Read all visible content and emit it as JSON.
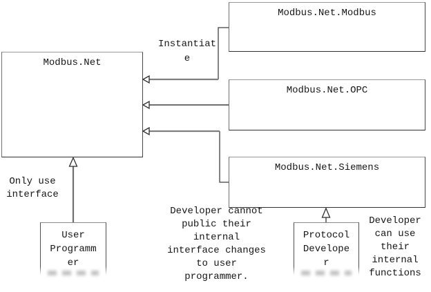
{
  "diagram": {
    "boxes": {
      "modbus_net": {
        "label": "Modbus.Net"
      },
      "modbus_net_modbus": {
        "label": "Modbus.Net.Modbus"
      },
      "modbus_net_opc": {
        "label": "Modbus.Net.OPC"
      },
      "modbus_net_siemens": {
        "label": "Modbus.Net.Siemens"
      },
      "user_programmer": {
        "label": "User Programmer"
      },
      "protocol_developer": {
        "label": "Protocol Developer"
      }
    },
    "annotations": {
      "instantiate": "Instantiate",
      "only_use_interface": "Only use interface",
      "developer_cannot": "Developer cannot public their internal interface changes to user programmer.",
      "developer_can_use": "Developer can use their internal functions"
    },
    "colors": {
      "background": "#ffffff",
      "line_dark": "#3f3f3f",
      "line_gray": "#7e7e7e",
      "text": "#161616"
    }
  }
}
